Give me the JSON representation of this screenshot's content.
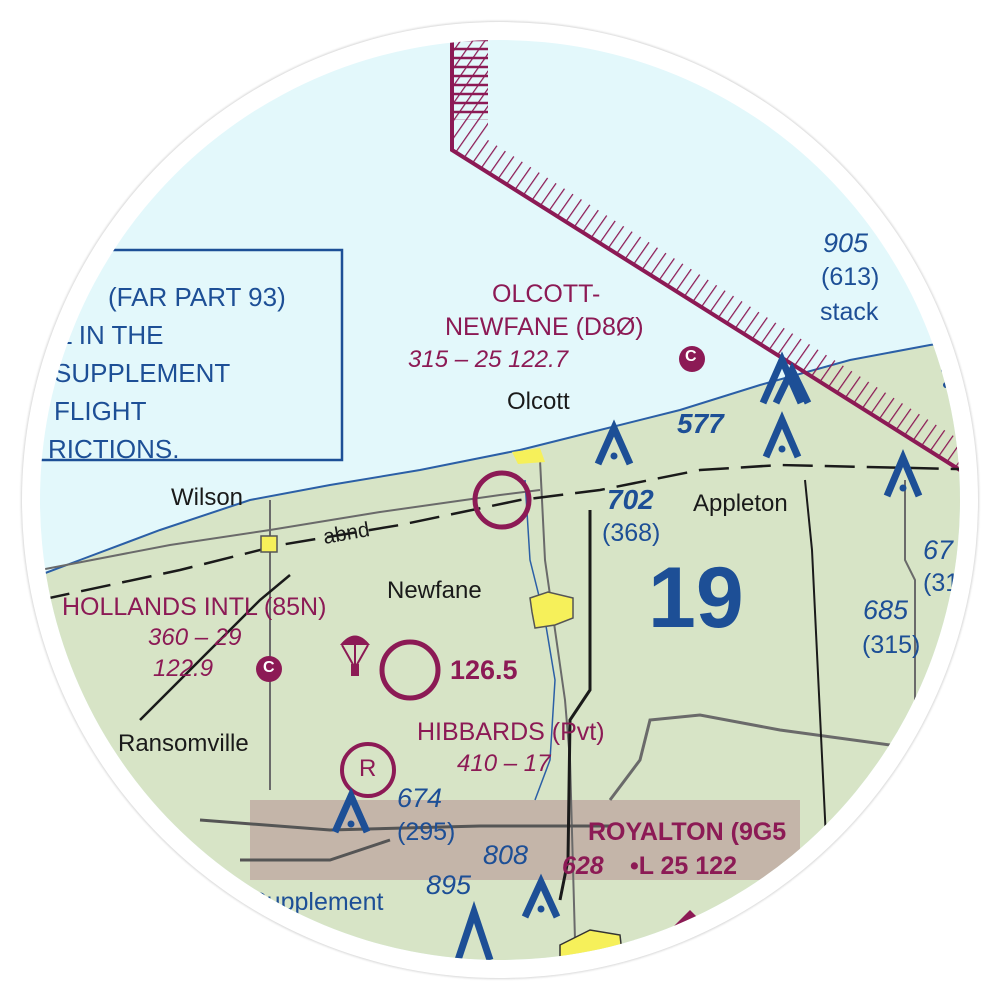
{
  "chart": {
    "type": "VFR sectional chart sticker",
    "colors": {
      "water": "#e3f8fb",
      "land": "#d7e4c6",
      "shoreline": "#2b5fa6",
      "airspace_magenta": "#8c1a55",
      "obstacle_blue": "#1d4f96",
      "town_yellow": "#f6f05a",
      "restricted_shade": "#b48e92"
    }
  },
  "notice_box": {
    "lines": [
      "(FAR PART 93)",
      "L IN THE",
      "SUPPLEMENT",
      "FLIGHT",
      "RICTIONS."
    ]
  },
  "airports": [
    {
      "name": "OLCOTT-",
      "name2": "NEWFANE (D8Ø)",
      "info": "315 – 25 122.7",
      "ctaf": "C"
    },
    {
      "name": "HOLLANDS INTL (85N)",
      "info": "360 – 29",
      "freq": "122.9",
      "ctaf": "C"
    },
    {
      "name": "HIBBARDS (Pvt)",
      "info": "410 – 17"
    },
    {
      "name": "ROYALTON (9G5",
      "info_elev": "628",
      "info_rest": "•L 25 122"
    }
  ],
  "towns": [
    "Olcott",
    "Wilson",
    "Newfane",
    "Appleton",
    "Ransomville"
  ],
  "obstacles": [
    {
      "msl": "905",
      "agl": "(613)",
      "note": "stack"
    },
    {
      "msl": "577"
    },
    {
      "msl": "702",
      "agl": "(368)"
    },
    {
      "msl": "685",
      "agl": "(315)"
    },
    {
      "msl": "67",
      "agl": "(31"
    },
    {
      "msl": "674",
      "agl": "(295)"
    },
    {
      "msl": "808"
    },
    {
      "msl": "895"
    }
  ],
  "frequencies": {
    "parachute": "126.5"
  },
  "route_note": "abnd",
  "max_elevation_figure": "19",
  "lower_note": "Supplement",
  "rcao_symbol": "R"
}
